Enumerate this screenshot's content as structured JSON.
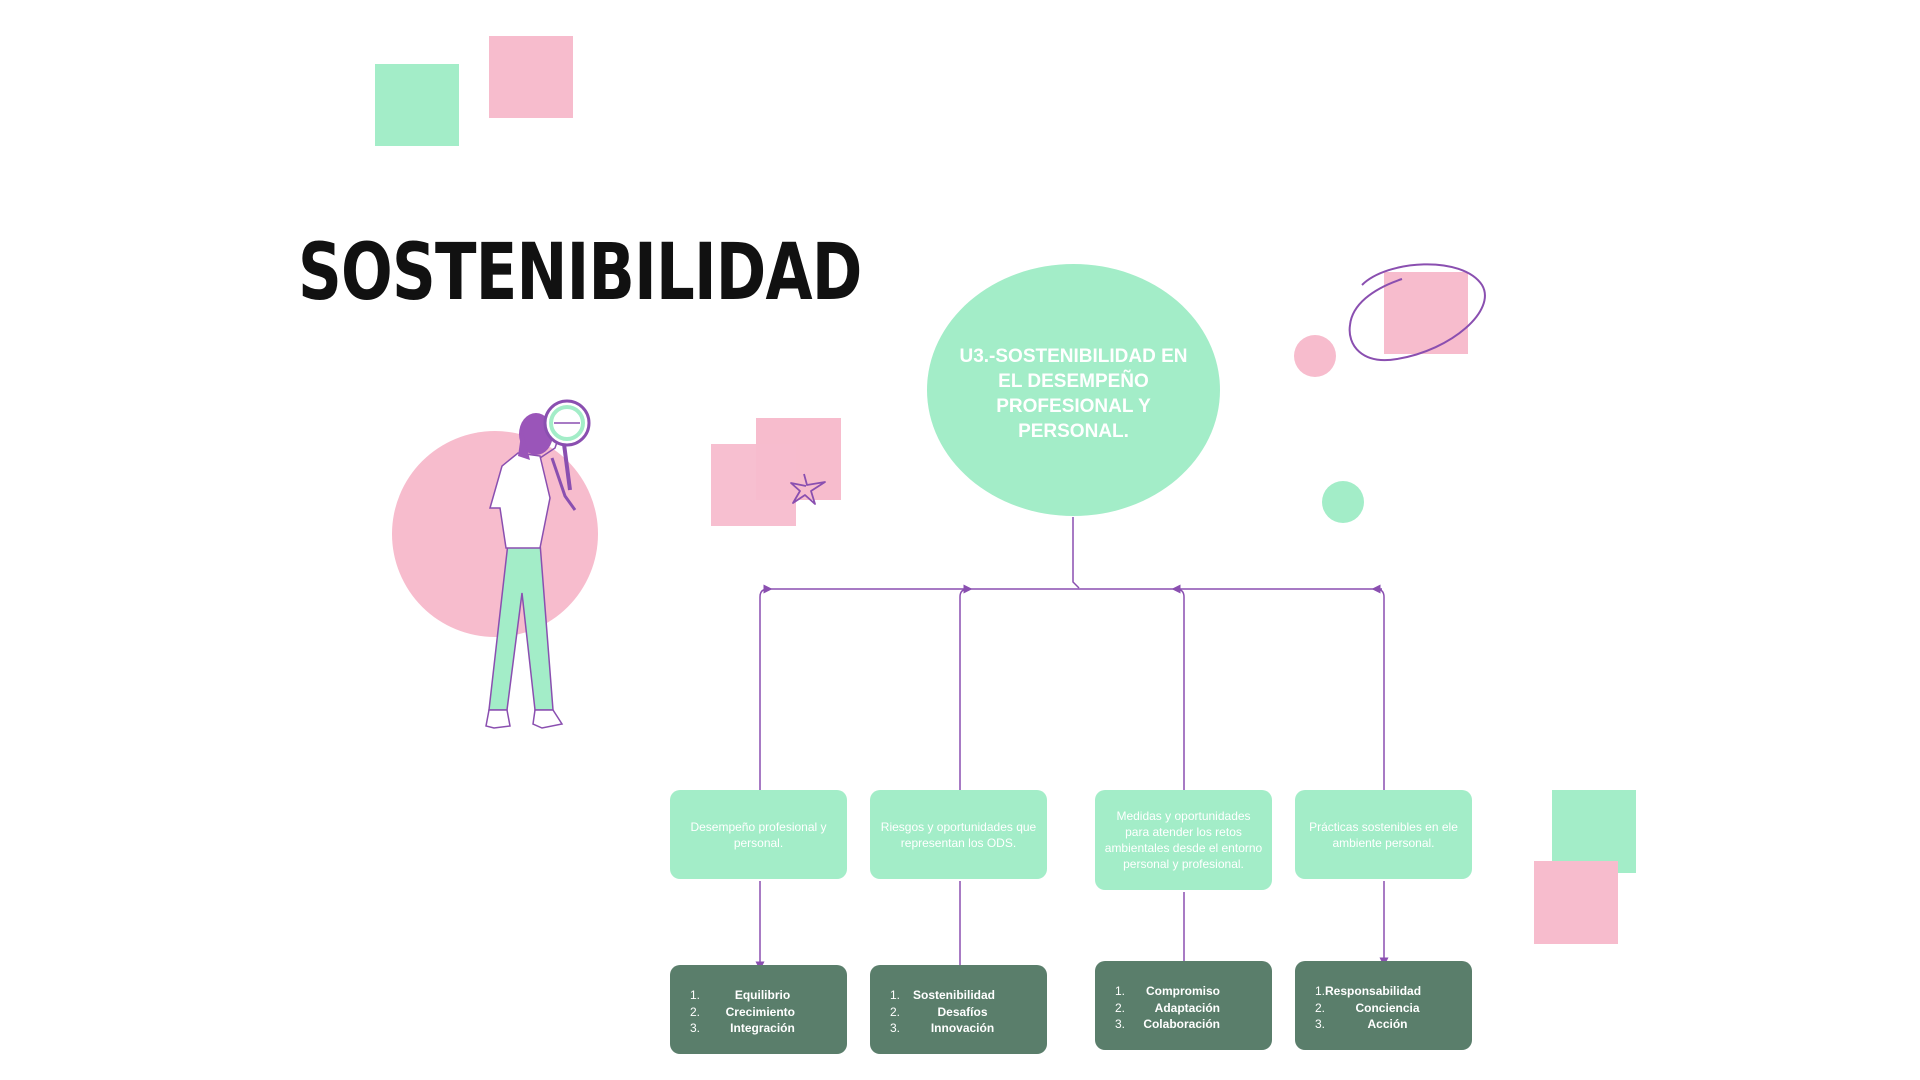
{
  "title": "SOSTENIBILIDAD",
  "colors": {
    "green": "#a3edc8",
    "pink": "#f7bccd",
    "dark_green": "#5a7e6b",
    "connector": "#8a4fb0"
  },
  "diagram": {
    "root": "U3.-SOSTENIBILIDAD EN EL DESEMPEÑO PROFESIONAL Y PERSONAL.",
    "branches": [
      {
        "label": "Desempeño profesional y personal.",
        "items": [
          {
            "n": "1.",
            "t": "Equilibrio"
          },
          {
            "n": "2.",
            "t": "Crecimiento"
          },
          {
            "n": "3.",
            "t": "Integración"
          }
        ]
      },
      {
        "label": "Riesgos y oportunidades que representan los ODS.",
        "items": [
          {
            "n": "1.",
            "t": "Sostenibilidad"
          },
          {
            "n": "2.",
            "t": "Desafíos"
          },
          {
            "n": "3.",
            "t": "Innovación"
          }
        ]
      },
      {
        "label": "Medidas y oportunidades para atender los retos ambientales desde el entorno personal y profesional.",
        "items": [
          {
            "n": "1.",
            "t": "Compromiso"
          },
          {
            "n": "2.",
            "t": "Adaptación"
          },
          {
            "n": "3.",
            "t": "Colaboración"
          }
        ]
      },
      {
        "label": "Prácticas sostenibles en ele ambiente personal.",
        "items": [
          {
            "n": "1.",
            "t": "Responsabilidad"
          },
          {
            "n": "2.",
            "t": "Conciencia"
          },
          {
            "n": "3.",
            "t": "Acción"
          }
        ]
      }
    ]
  },
  "illustration": "woman-with-magnifying-glass"
}
